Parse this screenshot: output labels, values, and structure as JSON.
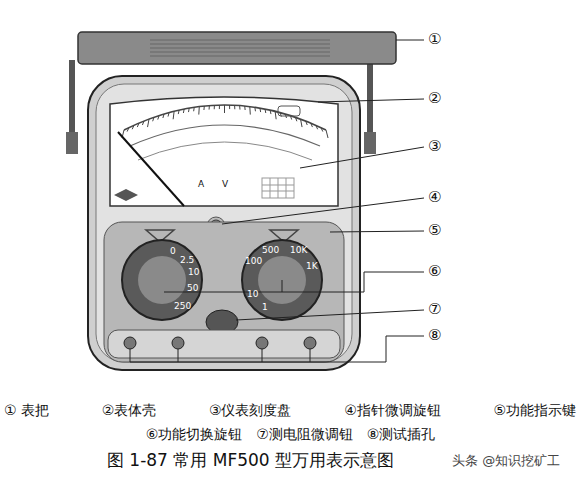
{
  "diagram": {
    "caption": "图 1-87  常用 MF500 型万用表示意图",
    "labels": [
      "①",
      "②",
      "③",
      "④",
      "⑤",
      "⑥",
      "⑦",
      "⑧",
      "①  表把",
      "②表体壳",
      "③仪表刻度盘",
      "④指针微调旋钮",
      "⑤功能指示键",
      "⑥功能切换旋钮",
      "⑦测电阻微调钮",
      "⑧测试插孔",
      "A",
      "V",
      "0",
      "2.5",
      "10",
      "50",
      "250",
      "100",
      "500",
      "10K",
      "1K",
      "10",
      "1",
      "头条 @知识挖矿工"
    ]
  }
}
